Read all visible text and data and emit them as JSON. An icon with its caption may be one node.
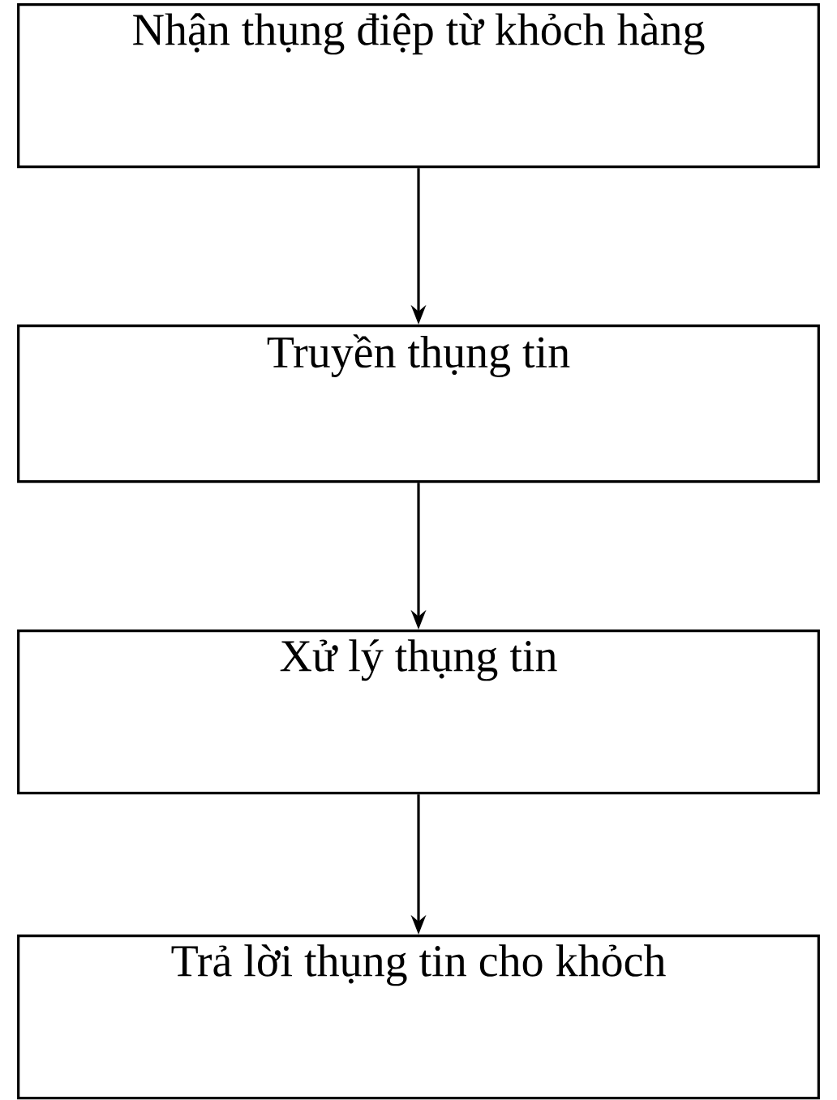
{
  "diagram": {
    "nodes": [
      {
        "text": [
          "Nhận thụng điệp từ khỏch hàng"
        ]
      },
      {
        "text": [
          "Truyền thụng tin"
        ]
      },
      {
        "text": [
          "Xử lý thụng tin"
        ]
      },
      {
        "text": [
          "Trả lời thụng tin cho khỏch"
        ]
      }
    ],
    "edges": [
      {
        "from": 0,
        "to": 1,
        "arrow": "to"
      },
      {
        "from": 1,
        "to": 2,
        "arrow": "to"
      },
      {
        "from": 2,
        "to": 3,
        "arrow": "to"
      }
    ]
  }
}
